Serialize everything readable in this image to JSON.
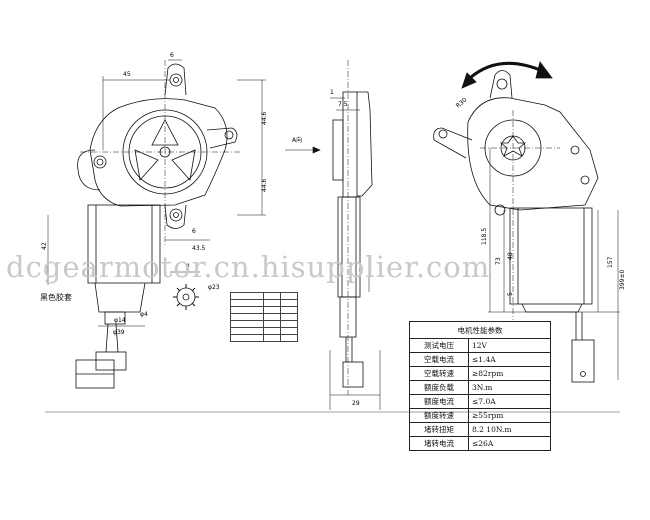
{
  "dimensions": {
    "w45": "45",
    "w6_top": "6",
    "h44_6_top": "44.6",
    "h44_6_bot": "44.6",
    "w43_5": "43.5",
    "w6_bot": "6",
    "h42": "42",
    "d14": "φ14",
    "d4": "φ4",
    "d39": "φ39",
    "d23": "φ23",
    "angle": "4",
    "side_1": "1",
    "side_7_5": "7.5",
    "side_29": "29",
    "r_118_5": "118.5",
    "r_73": "73",
    "r_48": "48",
    "r_5": "5",
    "r_157": "157",
    "r_399": "399±0",
    "arrow_a": "A向",
    "r30": "R30"
  },
  "wire_label": "黑色胶套",
  "watermark": "dcgearmotor.cn.hisupplier.com",
  "small_table_rows": [
    [
      "",
      "",
      ""
    ],
    [
      "",
      "",
      ""
    ],
    [
      "",
      "",
      ""
    ],
    [
      "",
      "",
      ""
    ],
    [
      "",
      "",
      ""
    ],
    [
      "",
      "",
      ""
    ],
    [
      "",
      "",
      ""
    ]
  ],
  "spec_table": {
    "title": "电机性能参数",
    "rows": [
      {
        "label": "测试电压",
        "value": "12V"
      },
      {
        "label": "空载电流",
        "value": "≤1.4A"
      },
      {
        "label": "空载转速",
        "value": "≥82rpm"
      },
      {
        "label": "额度负载",
        "value": "3N.m"
      },
      {
        "label": "额度电流",
        "value": "≤7.0A"
      },
      {
        "label": "额度转速",
        "value": "≥55rpm"
      },
      {
        "label": "堵转扭矩",
        "value": "8.2 10N.m"
      },
      {
        "label": "堵转电流",
        "value": "≤26A"
      }
    ]
  }
}
